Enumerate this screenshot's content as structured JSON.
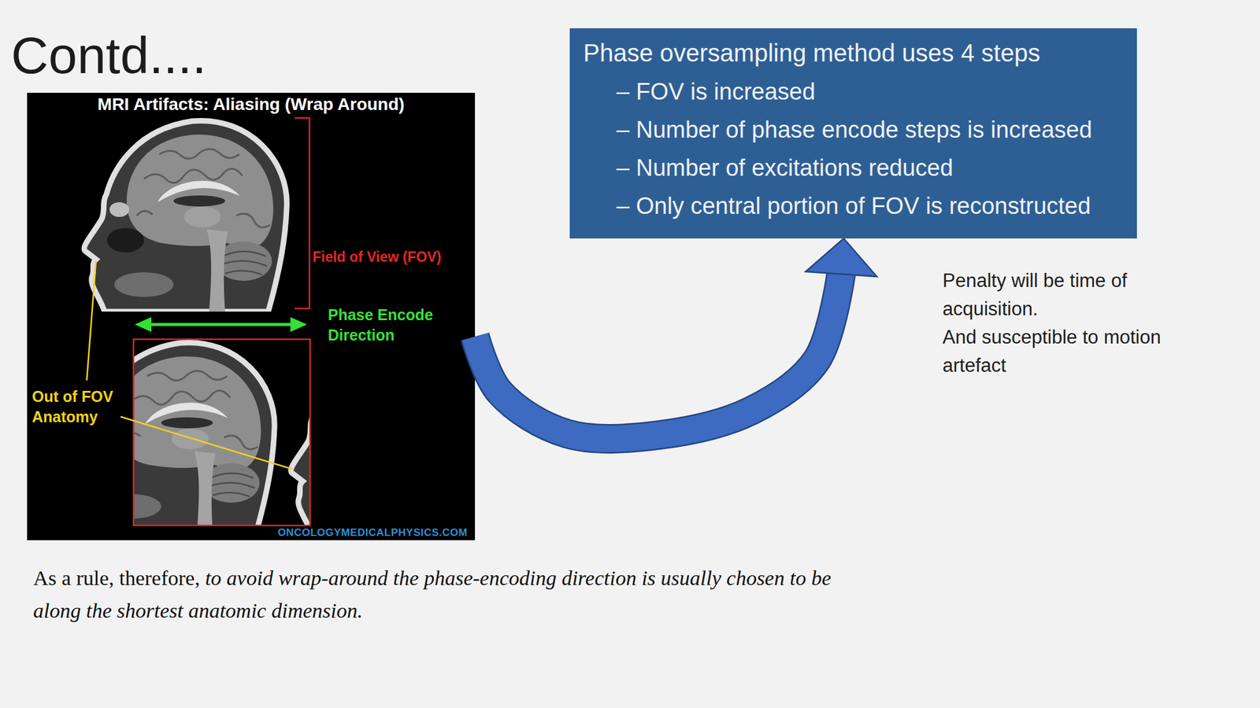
{
  "diagram": {
    "title": "Contd....",
    "nodes": [
      {
        "text": [
          "MRI Artifacts: Aliasing (Wrap Around)"
        ]
      },
      {
        "text": [
          "Phase oversampling method uses 4 steps",
          "– FOV is increased",
          "– Number of phase encode steps is increased",
          "– Number of excitations reduced",
          "– Only central portion of FOV is reconstructed"
        ]
      }
    ],
    "edges": [
      {
        "from": 0,
        "to": 1,
        "arrow": "to"
      }
    ],
    "labels": [
      "Field of View (FOV)",
      "Phase Encode Direction",
      "Out of FOV Anatomy",
      "ONCOLOGYMEDICALPHYSICS.COM",
      "Penalty will be time of acquisition.",
      "And susceptible to motion artefact",
      "As a rule, therefore,",
      "to avoid wrap-around the phase-encoding direction is usually chosen to be along the shortest anatomic dimension."
    ]
  }
}
